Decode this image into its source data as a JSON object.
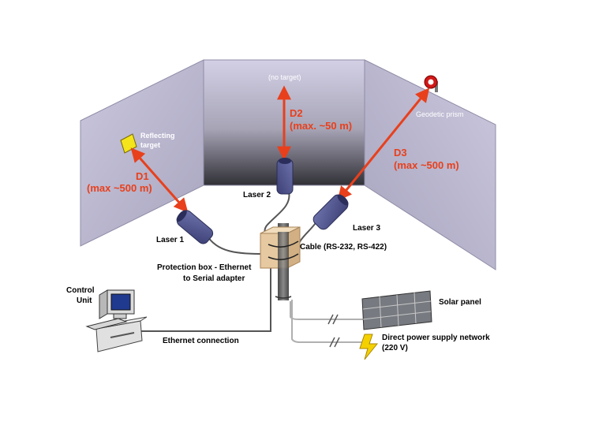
{
  "labels": {
    "no_target": "(no target)",
    "reflecting_target": [
      "Reflecting",
      "target"
    ],
    "geodetic_prism": "Geodetic prism",
    "d1": [
      "D1",
      "(max ~500 m)"
    ],
    "d2": [
      "D2",
      "(max. ~50 m)"
    ],
    "d3": [
      "D3",
      "(max ~500 m)"
    ],
    "laser1": "Laser 1",
    "laser2": "Laser 2",
    "laser3": "Laser 3",
    "cable": "Cable (RS-232, RS-422)",
    "protection_box": [
      "Protection box - Ethernet",
      "to Serial adapter"
    ],
    "control_unit": [
      "Control",
      "Unit"
    ],
    "ethernet": "Ethernet connection",
    "solar_panel": "Solar panel",
    "power_network": [
      "Direct power supply network",
      "(220 V)"
    ]
  },
  "colors": {
    "measurement_arrow": "#e8401c",
    "wall": "#c7c4db",
    "laser_body": "#4a4f86",
    "cable": "#555555",
    "post": "#6b6b6b",
    "box": "#e6c9a0",
    "target": "#f4e41b"
  },
  "icons": [
    "laser-device",
    "reflecting-target-icon",
    "geodetic-prism-icon",
    "computer-icon",
    "solar-panel-icon",
    "lightning-icon"
  ]
}
